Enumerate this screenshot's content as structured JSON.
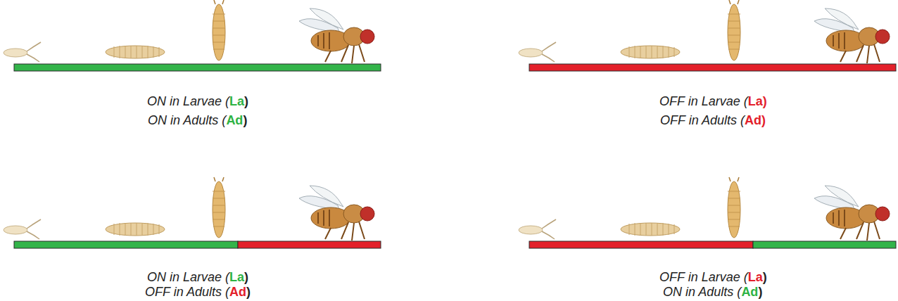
{
  "diagram": {
    "labels": [
      "ON in Larvae (",
      "La",
      ")",
      "ON in Adults (",
      "Ad",
      ")",
      "OFF in Larvae (",
      "La)",
      "",
      "OFF in Adults (",
      "Ad)",
      "",
      "ON in Larvae (",
      "La",
      ")",
      "OFF in Adults (",
      "Ad",
      ")",
      "OFF in Larvae (",
      "La",
      ")",
      "ON in Adults (",
      "Ad",
      ")"
    ]
  }
}
